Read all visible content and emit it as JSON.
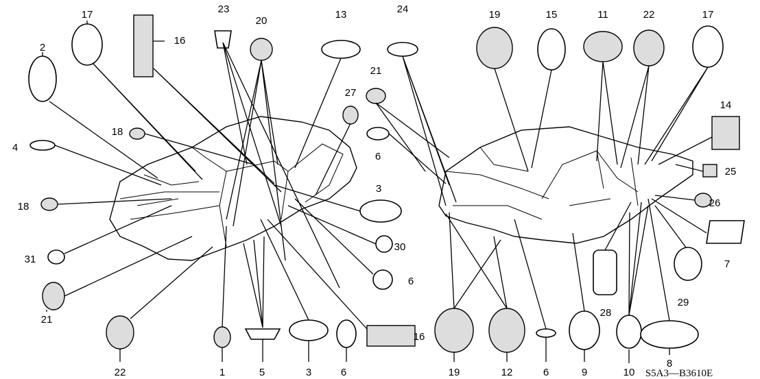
{
  "diagram": {
    "title": "Grommets / Plugs Body Parts Diagram",
    "code": "S5A3—B3610E",
    "labels": [
      "17",
      "16",
      "23",
      "20",
      "13",
      "24",
      "19",
      "15",
      "11",
      "22",
      "17",
      "2",
      "21",
      "27",
      "18",
      "4",
      "6",
      "14",
      "25",
      "3",
      "18",
      "26",
      "31",
      "30",
      "7",
      "6",
      "21",
      "29",
      "28",
      "16",
      "22",
      "1",
      "5",
      "3",
      "6",
      "19",
      "12",
      "6",
      "9",
      "10",
      "8"
    ]
  }
}
